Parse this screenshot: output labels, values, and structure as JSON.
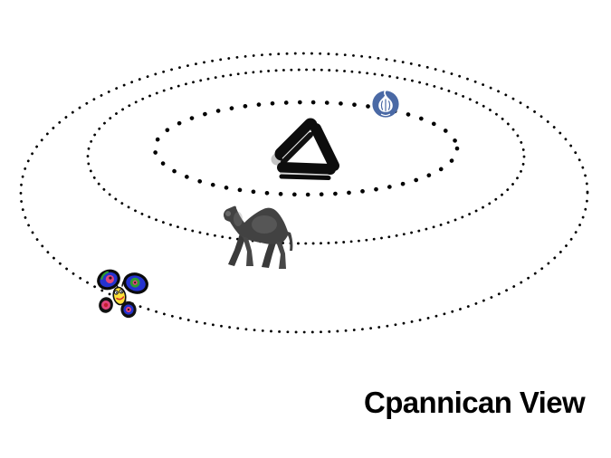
{
  "title": {
    "label": "Cpannican View",
    "color": "#000000"
  },
  "diagram": {
    "background": "#ffffff",
    "orbit_dot_color": "#000000",
    "center": {
      "icon": "cpan-books-logo",
      "color": "#0d0d0d"
    },
    "orbits": [
      {
        "id": "inner-orbit",
        "style": "dotted",
        "satellite_icon": "perl-onion-logo"
      },
      {
        "id": "middle-orbit",
        "style": "dotted",
        "satellite_icon": "perl-camel"
      },
      {
        "id": "outer-orbit",
        "style": "dotted",
        "satellite_icon": "camelia-butterfly"
      }
    ],
    "colors": {
      "onion_circle_blue": "#4a69a5",
      "onion_white": "#ffffff",
      "camel_gray": "#424242",
      "butterfly_wing_blue": "#2433cf",
      "butterfly_wing_green": "#2f9e2f",
      "butterfly_spot_pink": "#e0457c",
      "butterfly_spot_red": "#c41f2e",
      "butterfly_body_yellow": "#ffe23a"
    }
  }
}
